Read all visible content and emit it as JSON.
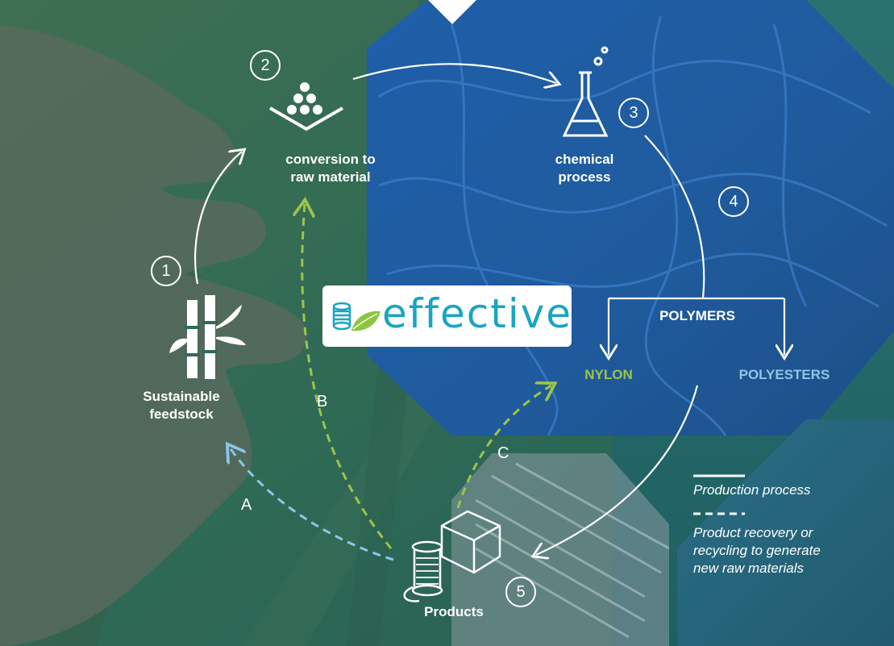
{
  "steps": {
    "s1": {
      "number": "1",
      "label_lines": [
        "Sustainable",
        "feedstock"
      ]
    },
    "s2": {
      "number": "2",
      "label_lines": [
        "conversion to",
        "raw material"
      ]
    },
    "s3": {
      "number": "3",
      "label_lines": [
        "chemical",
        "process"
      ]
    },
    "s4": {
      "number": "4"
    },
    "s5": {
      "number": "5",
      "label": "Products"
    }
  },
  "polymers": {
    "title": "POLYMERS",
    "nylon": "NYLON",
    "polyesters": "POLYESTERS"
  },
  "recovery_paths": {
    "a": "A",
    "b": "B",
    "c": "C"
  },
  "logo": {
    "text": "effective"
  },
  "legend": {
    "solid": "Production process",
    "dashed_lines": [
      "Product recovery or",
      "recycling to generate",
      "new raw materials"
    ]
  },
  "colors": {
    "nylon": "#9bc54a",
    "polyesters": "#8ec6e8",
    "path_a": "#8ec6e8",
    "path_bc": "#9bc54a",
    "line": "#ffffff"
  }
}
